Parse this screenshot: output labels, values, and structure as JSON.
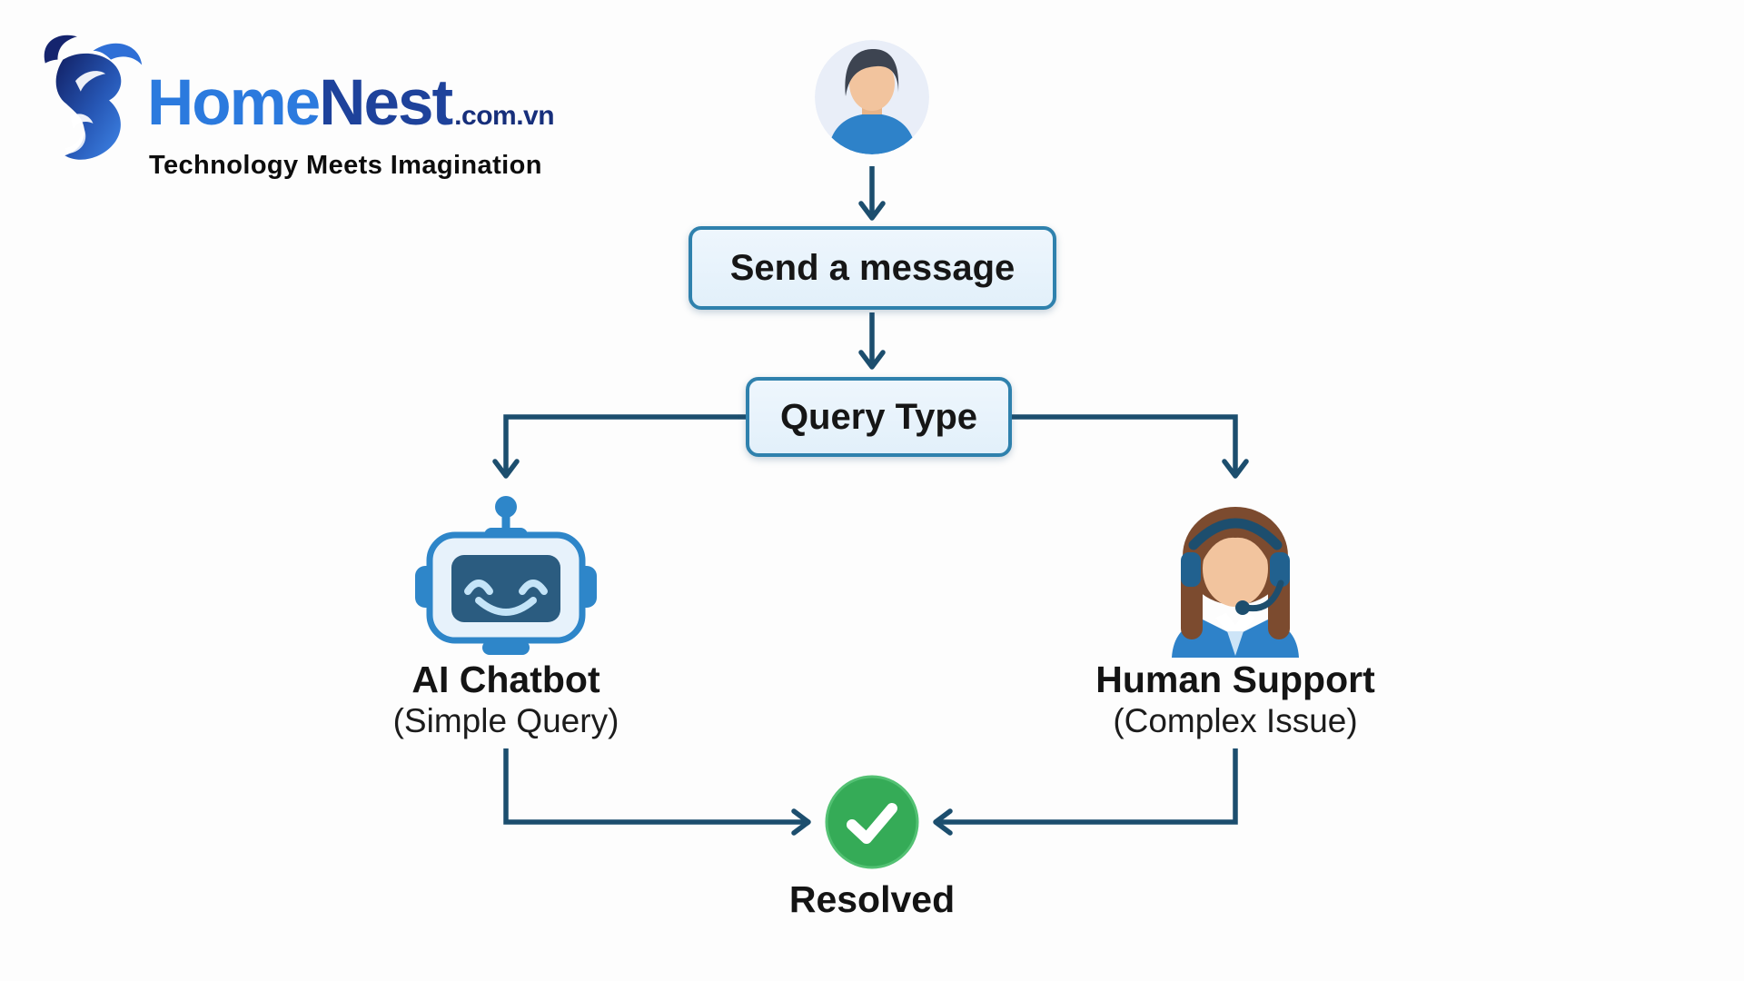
{
  "logo": {
    "brand_primary": "Home",
    "brand_secondary": "Nest",
    "brand_suffix": ".com.vn",
    "tagline": "Technology Meets Imagination",
    "icon": "bull-logo-icon"
  },
  "flow": {
    "nodes": {
      "user": {
        "icon": "user-avatar-icon"
      },
      "send_message": {
        "label": "Send a message"
      },
      "query_type": {
        "label": "Query Type"
      },
      "ai_chatbot": {
        "title": "AI Chatbot",
        "subtitle": "(Simple Query)",
        "icon": "robot-icon"
      },
      "human_support": {
        "title": "Human Support",
        "subtitle": "(Complex Issue)",
        "icon": "support-agent-icon"
      },
      "resolved": {
        "label": "Resolved",
        "icon": "check-circle-icon"
      }
    },
    "edges": [
      {
        "from": "user",
        "to": "send_message"
      },
      {
        "from": "send_message",
        "to": "query_type"
      },
      {
        "from": "query_type",
        "to": "ai_chatbot"
      },
      {
        "from": "query_type",
        "to": "human_support"
      },
      {
        "from": "ai_chatbot",
        "to": "resolved"
      },
      {
        "from": "human_support",
        "to": "resolved"
      }
    ]
  },
  "colors": {
    "connector": "#1c4e6e",
    "box_border": "#2f81ad",
    "box_fill": "#e9f4fc",
    "primary_blue": "#2e86c9",
    "robot_screen": "#2b5c80",
    "success_green": "#35ab57",
    "brand_blue": "#2b7ade",
    "brand_navy": "#1e429b",
    "text": "#161616"
  }
}
